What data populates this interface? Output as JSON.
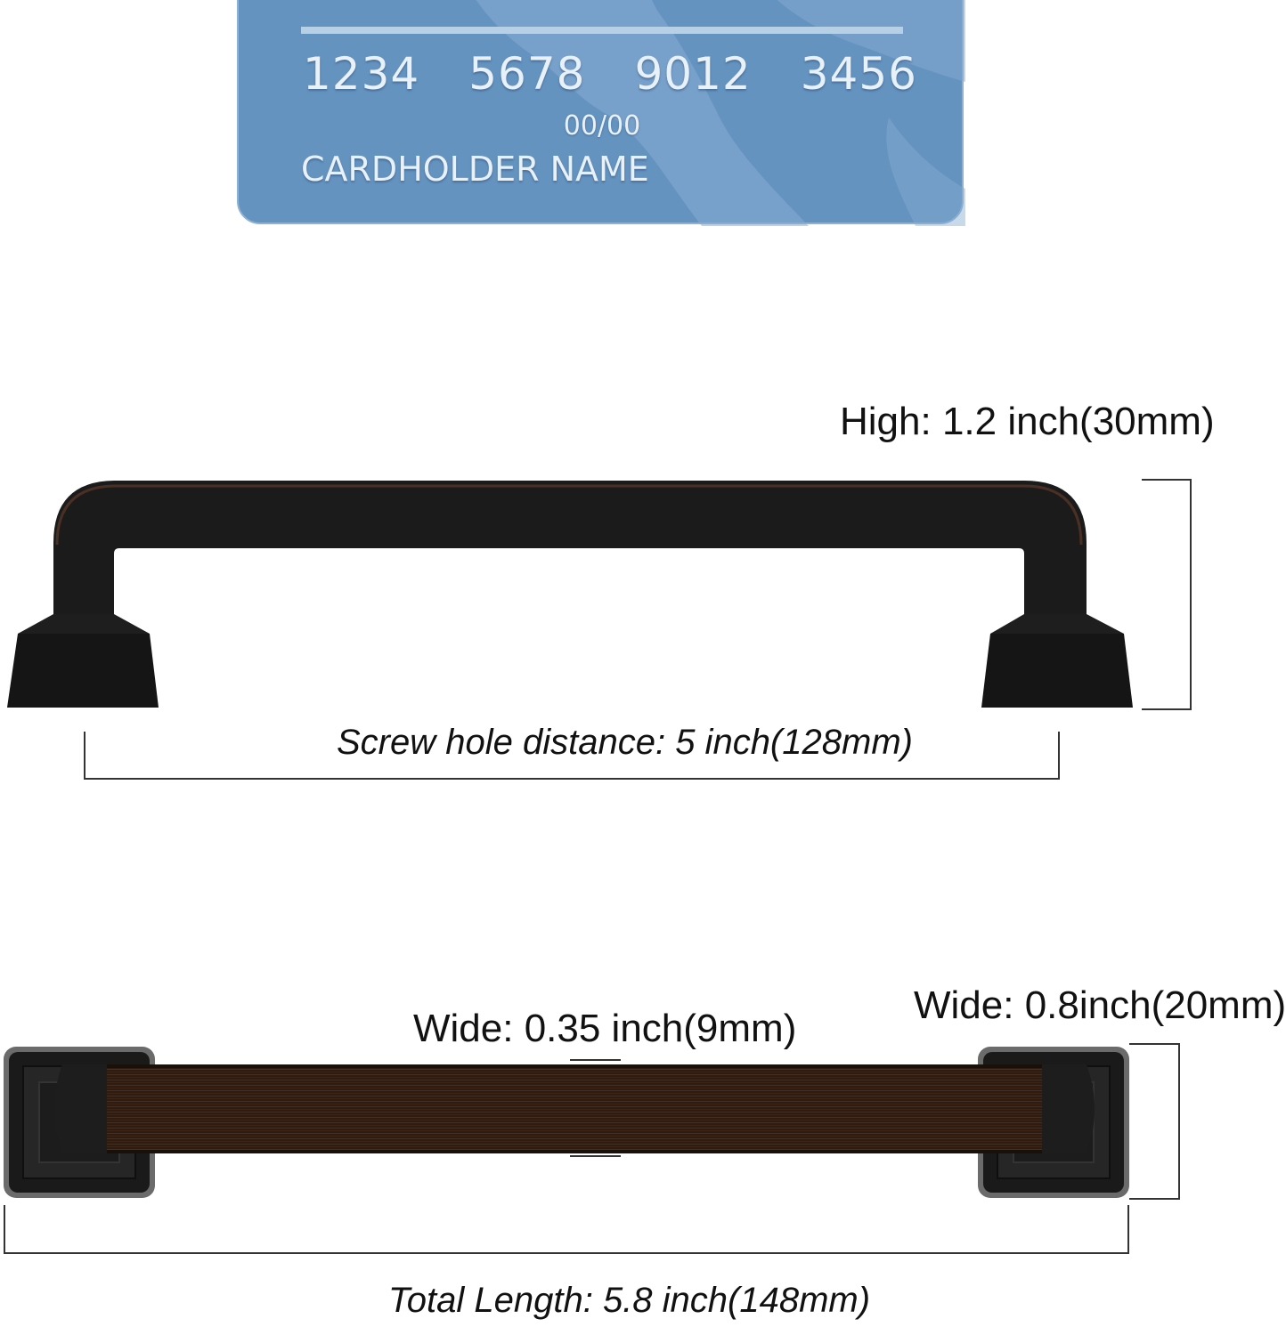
{
  "card": {
    "number_groups": [
      "1234",
      "5678",
      "9012",
      "3456"
    ],
    "expiry": "00/00",
    "holder": "CARDHOLDER NAME",
    "color": "#6593c0"
  },
  "dimensions": {
    "high": "High: 1.2 inch(30mm)",
    "screw_hole": "Screw hole distance: 5 inch(128mm)",
    "bar_wide": "Wide: 0.35 inch(9mm)",
    "base_wide": "Wide: 0.8inch(20mm)",
    "total_length": "Total Length: 5.8 inch(148mm)"
  },
  "colors": {
    "handle_side": "#1b1b1b",
    "handle_bar": "#3a2418",
    "base_plate": "#6b6b6b",
    "dimension_line": "#333333"
  }
}
